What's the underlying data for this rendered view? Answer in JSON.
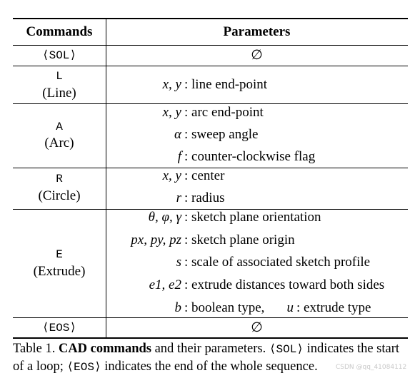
{
  "table": {
    "headers": {
      "commands": "Commands",
      "parameters": "Parameters"
    },
    "sol": {
      "command": "⟨SOL⟩",
      "param": "∅"
    },
    "line": {
      "cmd": "L",
      "name": "(Line)",
      "params": [
        {
          "sym": "x, y",
          "desc": ": line end-point"
        }
      ]
    },
    "arc": {
      "cmd": "A",
      "name": "(Arc)",
      "params": [
        {
          "sym": "x, y",
          "desc": ": arc end-point"
        },
        {
          "sym": "α",
          "desc": ": sweep angle"
        },
        {
          "sym": "f",
          "desc": ": counter-clockwise flag"
        }
      ]
    },
    "circle": {
      "cmd": "R",
      "name": "(Circle)",
      "params": [
        {
          "sym": "x, y",
          "desc": ": center"
        },
        {
          "sym": "r",
          "desc": ": radius"
        }
      ]
    },
    "extrude": {
      "cmd": "E",
      "name": "(Extrude)",
      "params": [
        {
          "sym": "θ, φ, γ",
          "desc": ": sketch plane orientation"
        },
        {
          "sym": "px, py, pz",
          "desc": ": sketch plane origin"
        },
        {
          "sym": "s",
          "desc": ": scale of associated sketch profile"
        },
        {
          "sym": "e1, e2",
          "desc": ": extrude distances toward both sides"
        },
        {
          "sym": "b",
          "desc": ": boolean type,"
        },
        {
          "sym": "u",
          "desc": ": extrude type"
        }
      ]
    },
    "eos": {
      "command": "⟨EOS⟩",
      "param": "∅"
    }
  },
  "caption": {
    "label": "Table 1.",
    "bold": "CAD commands",
    "rest1": " and their parameters. ",
    "sol": "⟨SOL⟩",
    "rest2": " indicates the start of a loop; ",
    "eos": "⟨EOS⟩",
    "rest3": " indicates the end of the whole sequence."
  },
  "watermark": "CSDN @qq_41084112"
}
